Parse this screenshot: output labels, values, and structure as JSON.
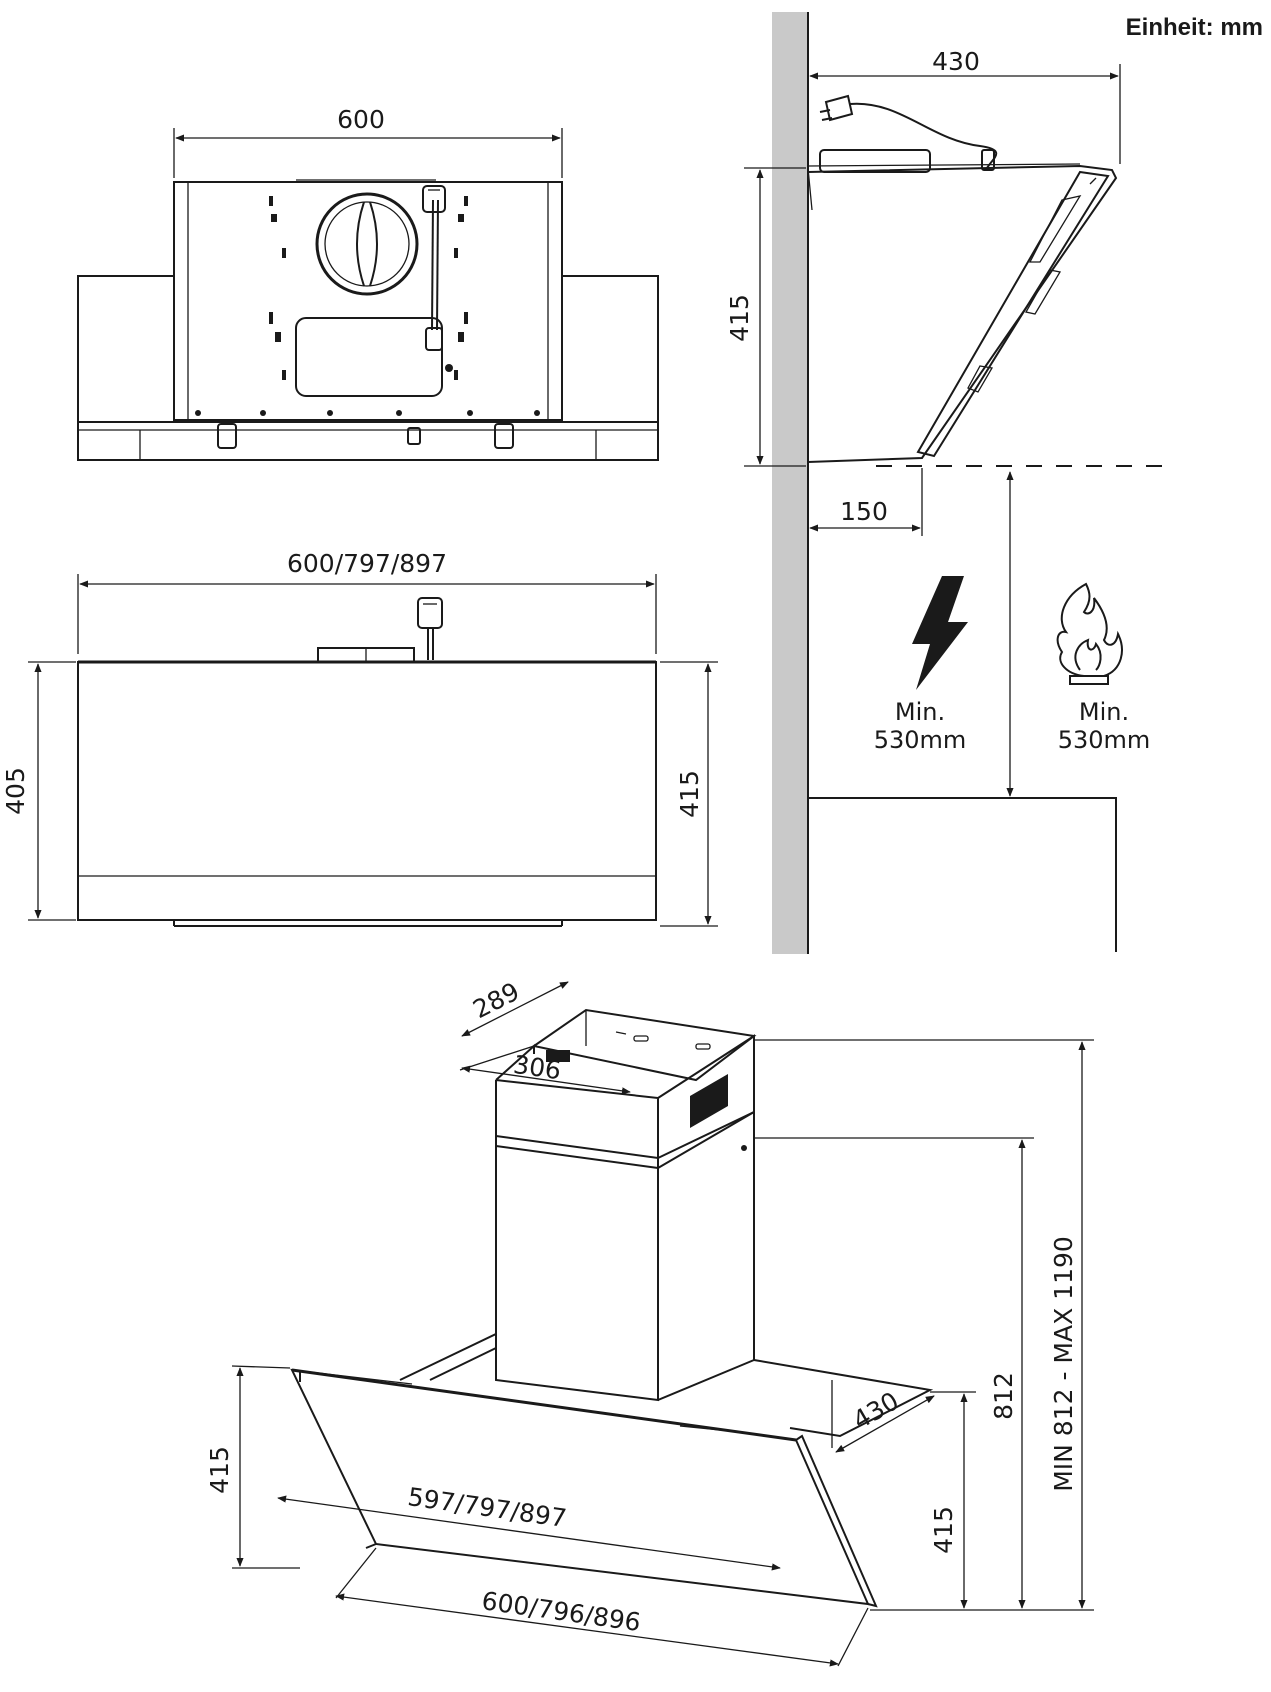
{
  "unit_label": "Einheit: mm",
  "colors": {
    "line": "#1a1a1a",
    "wall": "#c9c9c9",
    "background": "#ffffff"
  },
  "top_view": {
    "width": "600"
  },
  "front_view": {
    "width": "600/797/897",
    "height_left": "405",
    "height_right": "415"
  },
  "side_view": {
    "depth": "430",
    "height": "415",
    "offset": "150",
    "electric_clearance": {
      "icon": "lightning-icon",
      "line1": "Min.",
      "line2": "530mm"
    },
    "gas_clearance": {
      "icon": "flame-icon",
      "line1": "Min.",
      "line2": "530mm"
    }
  },
  "iso_view": {
    "chimney_depth": "289",
    "chimney_width": "306",
    "hood_depth": "430",
    "hood_height": "415",
    "glass_width": "597/797/897",
    "bottom_width": "600/796/896",
    "lower_height": "415",
    "chimney_min_height": "812",
    "total_height_range": "MIN 812 - MAX 1190"
  }
}
